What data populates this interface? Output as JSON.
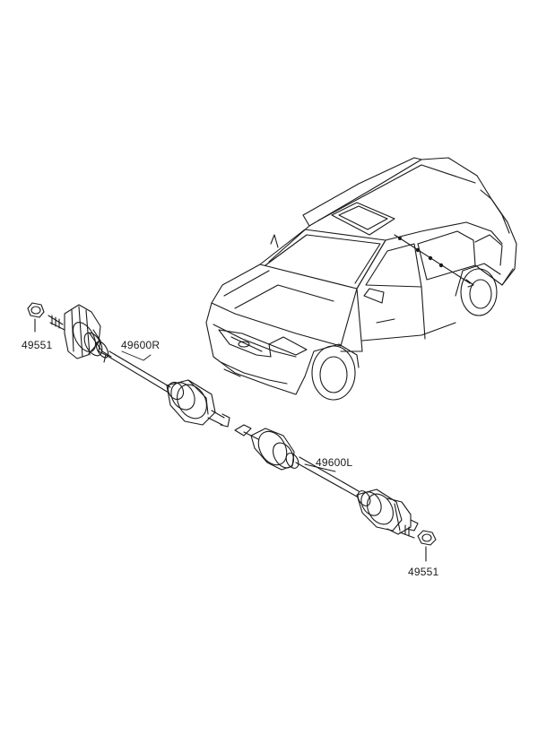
{
  "diagram": {
    "labels": {
      "nut_left": "49551",
      "shaft_right": "49600R",
      "shaft_left": "49600L",
      "nut_right": "49551"
    }
  },
  "icons": {
    "vehicle": "suv-vehicle-icon",
    "nut": "lock-nut-icon",
    "shaft": "drive-shaft-icon"
  },
  "colors": {
    "line": "#1a1a1a",
    "background": "#ffffff"
  }
}
